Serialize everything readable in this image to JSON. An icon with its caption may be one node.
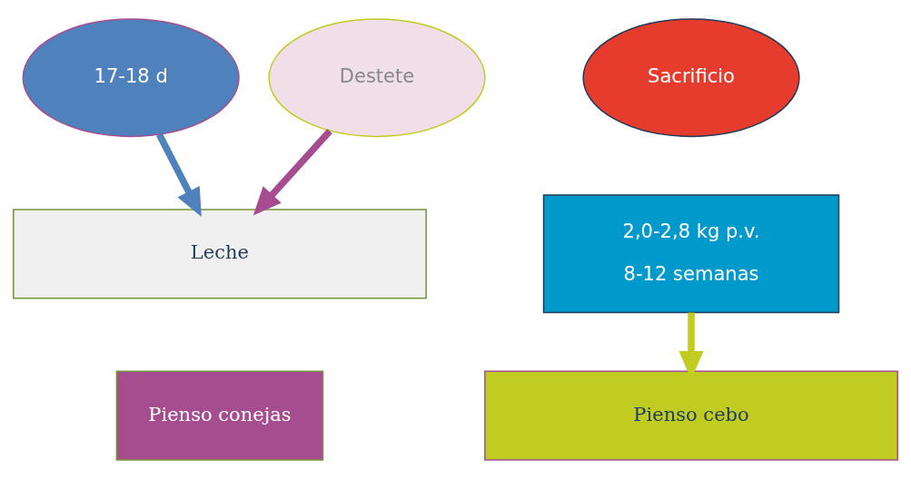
{
  "diagram": {
    "nodes": [
      {
        "text": [
          "17-18 d"
        ]
      },
      {
        "text": [
          "Destete"
        ]
      },
      {
        "text": [
          "Sacrificio"
        ]
      },
      {
        "text": [
          "2,0-2,8 kg p.v.",
          "8-12 semanas"
        ]
      },
      {
        "text": [
          "Leche"
        ]
      },
      {
        "text": [
          "Pienso conejas"
        ]
      },
      {
        "text": [
          "Pienso cebo"
        ]
      }
    ],
    "edges": [
      {
        "from": 0,
        "to": 4,
        "arrow": "to",
        "color": "#4f81bd"
      },
      {
        "from": 1,
        "to": 4,
        "arrow": "to",
        "color": "#a64d8f"
      },
      {
        "from": 3,
        "to": 6,
        "arrow": "to",
        "color": "#c0cc20"
      }
    ]
  }
}
